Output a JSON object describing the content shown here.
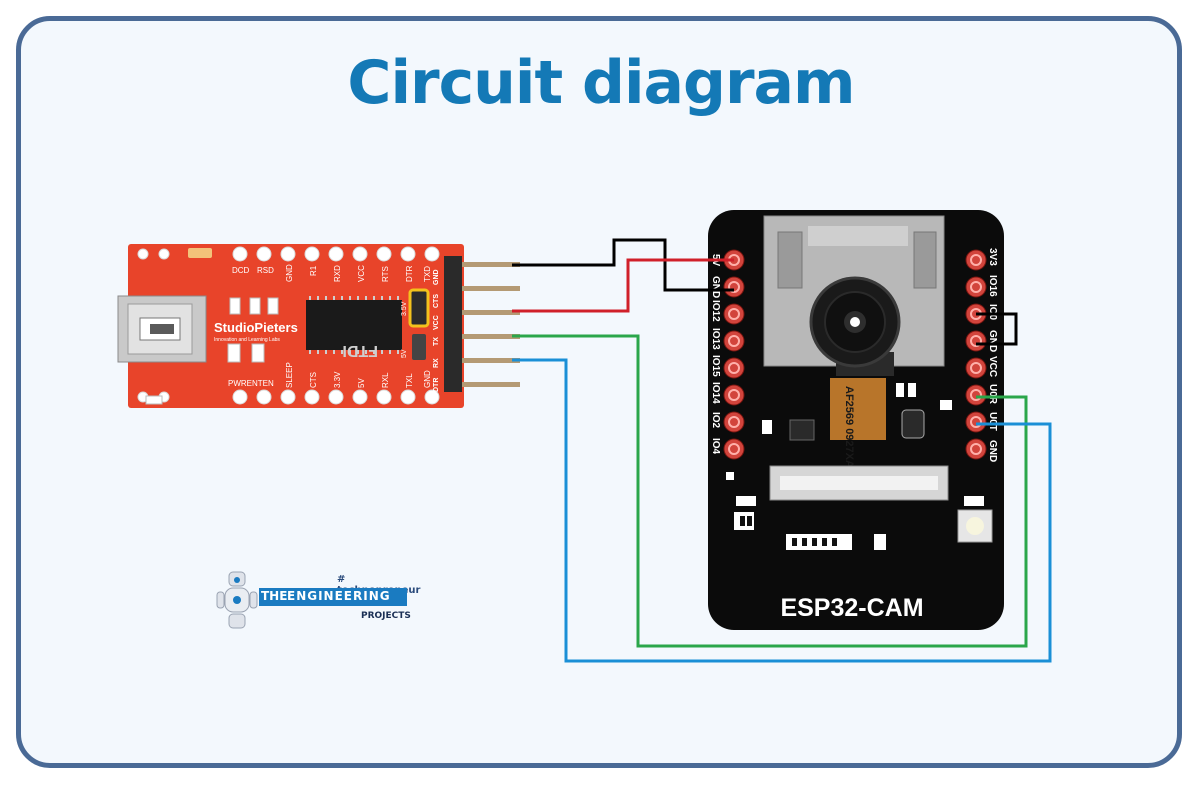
{
  "title": "Circuit diagram",
  "ftdi": {
    "brand": "StudioPieters",
    "brand_sub": "Innovation and Learning Labs",
    "chip_label": "FTDI",
    "jumper_3v": "3.5V",
    "jumper_5v": "5V",
    "top_labels": [
      "DCD",
      "RSD",
      "GND",
      "R1",
      "RXD",
      "VCC",
      "RTS",
      "DTR",
      "TXD"
    ],
    "bottom_labels": [
      "PWRENTEN",
      "SLEEP",
      "CTS",
      "3.3V",
      "5V",
      "RXL",
      "TXL",
      "GND"
    ],
    "header_labels": [
      "GND",
      "CTS",
      "VCC",
      "TX",
      "RX",
      "DTR"
    ]
  },
  "esp": {
    "board_label": "ESP32-CAM",
    "module_text": "AF2569 0927XA",
    "left_pins": [
      "5V",
      "GND",
      "IO12",
      "IO13",
      "IO15",
      "IO14",
      "IO2",
      "IO4"
    ],
    "right_pins": [
      "3V3",
      "IO16",
      "IO0",
      "GND",
      "VCC",
      "U0R",
      "U0T",
      "GND"
    ]
  },
  "logo": {
    "tagline": "# technopreneur",
    "the": "THE",
    "engineering": "ENGINEERING",
    "projects": "PROJECTS"
  },
  "colors": {
    "frame": "#4a6a96",
    "title": "#1479b6",
    "ftdi_board": "#e8442a",
    "esp_board": "#0b0b0b",
    "wire_gnd": "#000000",
    "wire_vcc": "#d0202a",
    "wire_tx": "#2aa64a",
    "wire_rx": "#1a8fd6"
  }
}
